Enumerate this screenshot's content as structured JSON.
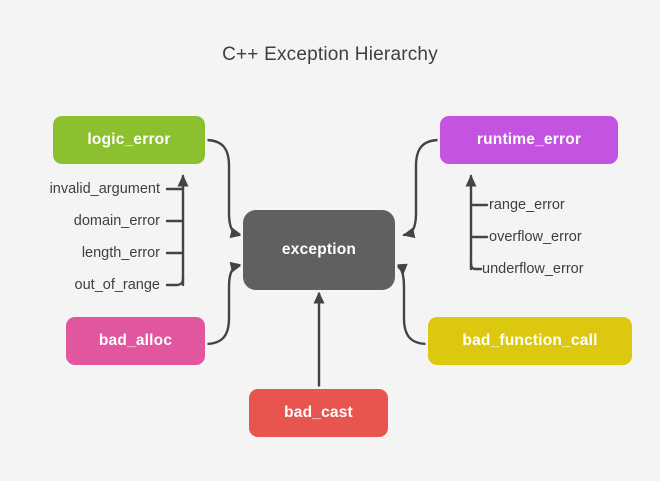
{
  "title": "C++ Exception Hierarchy",
  "theme": {
    "background": "#f4f4f4",
    "edge_color": "#444444",
    "title_color": "#3f3f3f",
    "label_color": "#3f3f3f"
  },
  "nodes": {
    "root": {
      "id": "exception",
      "label": "exception",
      "color": "#606060"
    },
    "logic_error": {
      "id": "logic_error",
      "label": "logic_error",
      "color": "#8cc02e"
    },
    "runtime_error": {
      "id": "runtime_error",
      "label": "runtime_error",
      "color": "#c353e0"
    },
    "bad_alloc": {
      "id": "bad_alloc",
      "label": "bad_alloc",
      "color": "#e0569f"
    },
    "bad_function_call": {
      "id": "bad_function_call",
      "label": "bad_function_call",
      "color": "#dcc90f"
    },
    "bad_cast": {
      "id": "bad_cast",
      "label": "bad_cast",
      "color": "#e8554e"
    }
  },
  "logic_error_children": [
    {
      "label": "invalid_argument"
    },
    {
      "label": "domain_error"
    },
    {
      "label": "length_error"
    },
    {
      "label": "out_of_range"
    }
  ],
  "runtime_error_children": [
    {
      "label": "range_error"
    },
    {
      "label": "overflow_error"
    },
    {
      "label": "underflow_error"
    }
  ],
  "edges": [
    {
      "from": "logic_error",
      "to": "exception"
    },
    {
      "from": "runtime_error",
      "to": "exception"
    },
    {
      "from": "bad_alloc",
      "to": "exception"
    },
    {
      "from": "bad_function_call",
      "to": "exception"
    },
    {
      "from": "bad_cast",
      "to": "exception"
    },
    {
      "from": "invalid_argument",
      "to": "logic_error"
    },
    {
      "from": "domain_error",
      "to": "logic_error"
    },
    {
      "from": "length_error",
      "to": "logic_error"
    },
    {
      "from": "out_of_range",
      "to": "logic_error"
    },
    {
      "from": "range_error",
      "to": "runtime_error"
    },
    {
      "from": "overflow_error",
      "to": "runtime_error"
    },
    {
      "from": "underflow_error",
      "to": "runtime_error"
    }
  ]
}
